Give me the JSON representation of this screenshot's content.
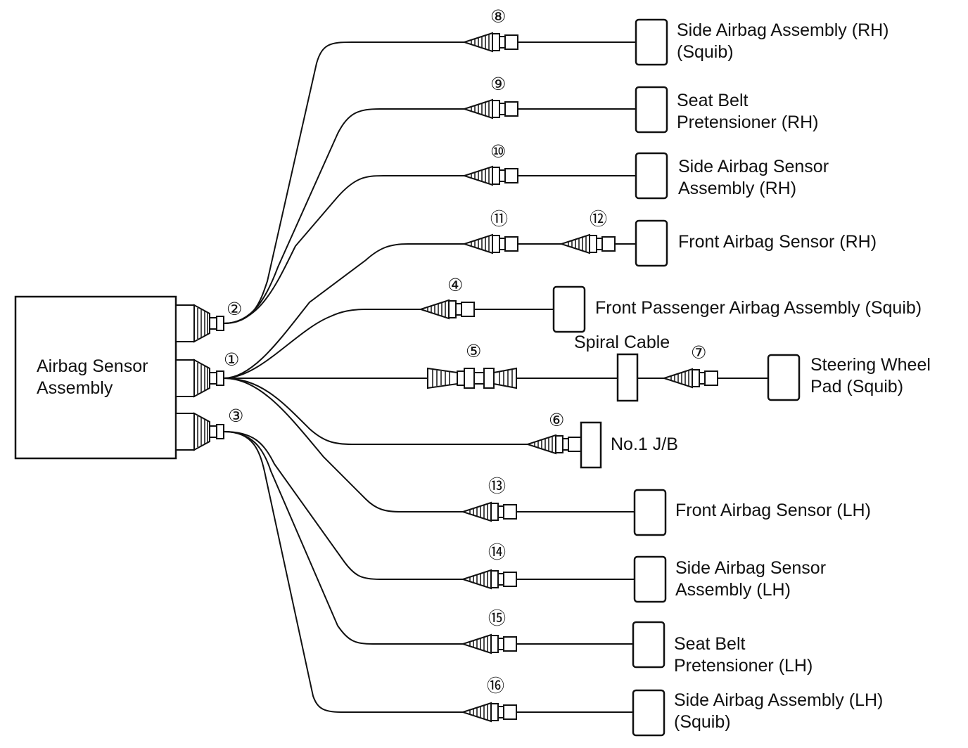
{
  "diagram": {
    "main_unit": "Airbag Sensor\nAssembly",
    "main_connectors": [
      "②",
      "①",
      "③"
    ],
    "spiral_cable": "Spiral Cable",
    "junction_block": "No.1 J/B",
    "branches": [
      {
        "num": "⑧",
        "label": "Side Airbag Assembly (RH)\n(Squib)"
      },
      {
        "num": "⑨",
        "label": "Seat Belt\nPretensioner (RH)"
      },
      {
        "num": "⑩",
        "label": "Side Airbag Sensor\nAssembly (RH)"
      },
      {
        "num": "⑪",
        "num2": "⑫",
        "label": "Front Airbag Sensor (RH)"
      },
      {
        "num": "④",
        "label": "Front Passenger Airbag Assembly (Squib)"
      },
      {
        "num": "⑤",
        "num2": "⑦",
        "label": "Steering Wheel\nPad (Squib)"
      },
      {
        "num": "⑥",
        "label": "No.1 J/B"
      },
      {
        "num": "⑬",
        "label": "Front Airbag Sensor (LH)"
      },
      {
        "num": "⑭",
        "label": "Side Airbag Sensor\nAssembly (LH)"
      },
      {
        "num": "⑮",
        "label": "Seat Belt\nPretensioner (LH)"
      },
      {
        "num": "⑯",
        "label": "Side Airbag Assembly (LH)\n(Squib)"
      }
    ]
  }
}
